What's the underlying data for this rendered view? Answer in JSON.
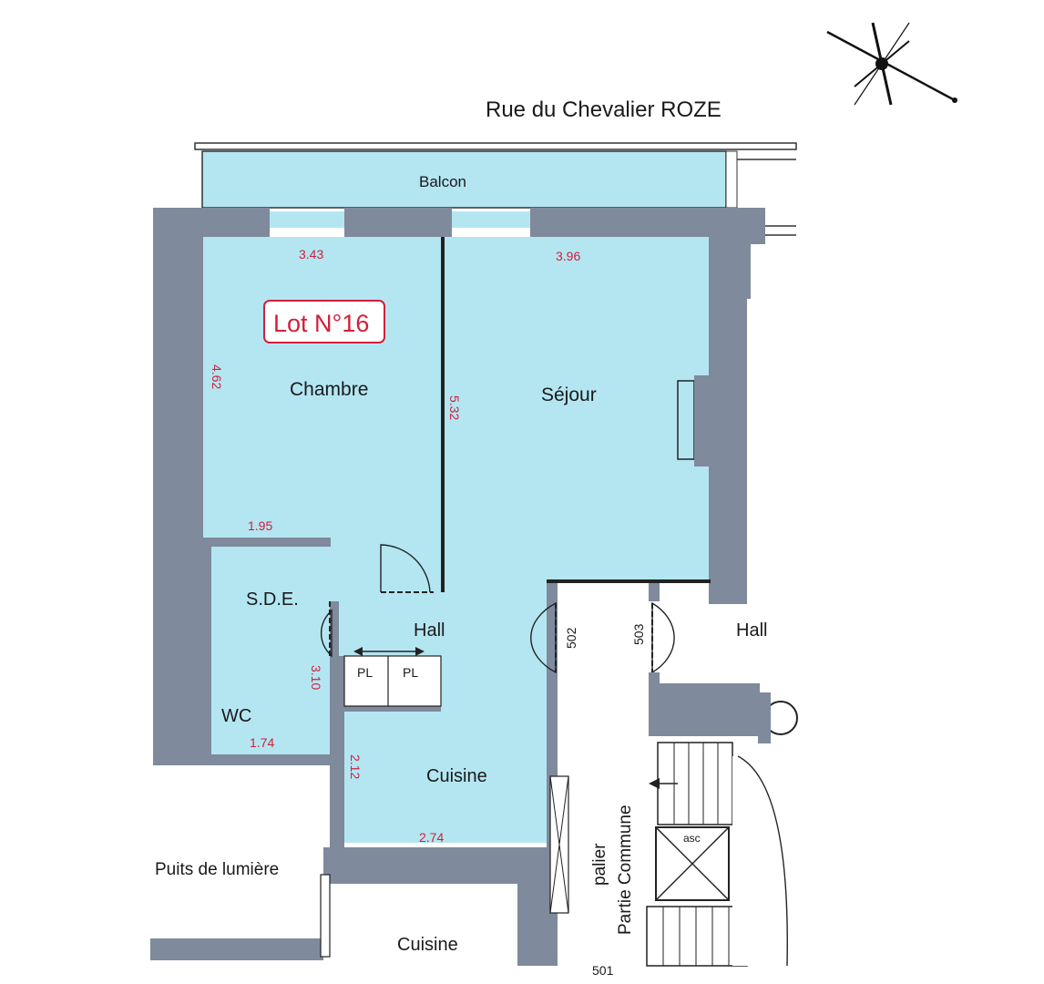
{
  "street": "Rue du Chevalier ROZE",
  "lot": "Lot N°16",
  "rooms": {
    "balcon": "Balcon",
    "chambre": "Chambre",
    "sejour": "Séjour",
    "sde": "S.D.E.",
    "hall": "Hall",
    "hall2": "Hall",
    "wc": "WC",
    "cuisine": "Cuisine",
    "cuisine2": "Cuisine",
    "puits": "Puits de lumière",
    "palier": "palier",
    "partie_commune": "Partie Commune",
    "asc": "asc",
    "pl1": "PL",
    "pl2": "PL"
  },
  "dimensions": {
    "chambre_width": "3.43",
    "sejour_width": "3.96",
    "chambre_height": "4.62",
    "chambre_depth": "5.32",
    "chambre_bottom": "1.95",
    "sde_height": "3.10",
    "wc_width": "1.74",
    "cuisine_height": "2.12",
    "cuisine_width": "2.74"
  },
  "doors": {
    "d502": "502",
    "d503": "503",
    "d501": "501"
  },
  "colors": {
    "room_fill": "#b4e6f2",
    "wall": "#7f8a9c",
    "dimension_text": "#d0203a",
    "lot_border": "#d0203a"
  },
  "icons": [
    "compass-rose-icon",
    "stairs-icon",
    "elevator-icon"
  ]
}
